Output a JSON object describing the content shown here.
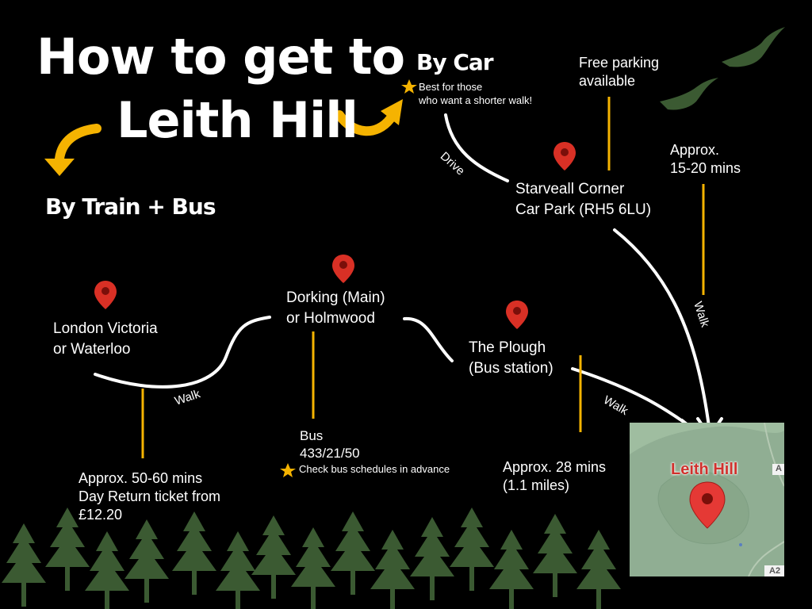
{
  "title": {
    "line1": "How to get to",
    "line2": "Leith Hill"
  },
  "train_bus": {
    "heading": "By Train + Bus"
  },
  "car": {
    "heading": "By Car",
    "star_note_line1": "Best for those",
    "star_note_line2": "who want a shorter walk!",
    "parking_line1": "Free parking",
    "parking_line2": "available",
    "time_line1": "Approx.",
    "time_line2": "15-20 mins",
    "drive_label": "Drive",
    "walk_label": "Walk"
  },
  "stops": {
    "london": {
      "line1": "London Victoria",
      "line2": "or Waterloo"
    },
    "dorking": {
      "line1": "Dorking (Main)",
      "line2": "or Holmwood"
    },
    "plough": {
      "line1": "The Plough",
      "line2": "(Bus station)"
    },
    "starveall": {
      "line1": "Starveall Corner",
      "line2": "Car Park (RH5 6LU)"
    }
  },
  "notes": {
    "train": {
      "line1": "Approx. 50-60 mins",
      "line2": "Day Return ticket from",
      "line3": "£12.20"
    },
    "bus": {
      "line1": "Bus",
      "line2": "433/21/50",
      "star_note": "Check bus schedules in advance"
    },
    "walk": {
      "line1": "Approx. 28 mins",
      "line2": "(1.1 miles)"
    }
  },
  "segment_labels": {
    "walk_1": "Walk",
    "walk_2": "Walk"
  },
  "map": {
    "destination": "Leith Hill",
    "edge_label_1": "A",
    "edge_label_2": "A2"
  },
  "colors": {
    "background": "#000000",
    "accent": "#f5b301",
    "pin": "#d93025",
    "tree": "#3b5a32",
    "map_bg": "#8fae92"
  }
}
